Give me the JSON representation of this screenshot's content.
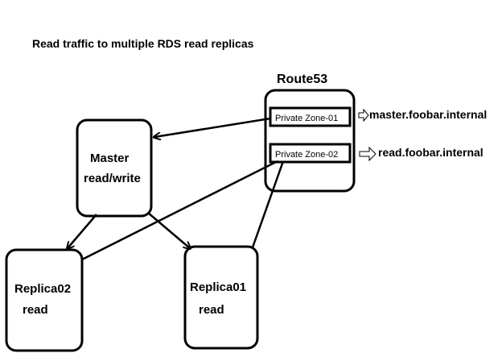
{
  "title": "Read traffic to multiple RDS read replicas",
  "route53": {
    "label": "Route53",
    "zones": [
      {
        "label": "Private Zone-01",
        "endpoint": "master.foobar.internal"
      },
      {
        "label": "Private Zone-02",
        "endpoint": "read.foobar.internal"
      }
    ]
  },
  "master": {
    "title": "Master",
    "mode": "read/write"
  },
  "replica02": {
    "title": "Replica02",
    "mode": "read"
  },
  "replica01": {
    "title": "Replica01",
    "mode": "read"
  },
  "colors": {
    "stroke": "#000000",
    "background": "#ffffff"
  }
}
